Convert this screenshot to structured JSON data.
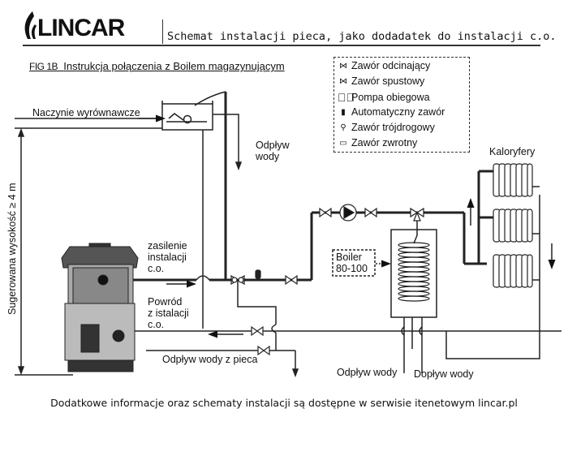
{
  "header": {
    "logo_text": "LINCAR",
    "title": "Schemat instalacji pieca, jako dodadatek do instalacji c.o."
  },
  "figure": {
    "label": "FIG 1B",
    "title": "Instrukcja połączenia z Boilem magazynującym"
  },
  "legend": {
    "items": [
      {
        "icon": "shutoff-valve-icon",
        "label": "Zawór odcinający"
      },
      {
        "icon": "drain-valve-icon",
        "label": "Zawór spustowy"
      },
      {
        "icon": "circulation-pump-icon",
        "label": "Pompa obiegowa"
      },
      {
        "icon": "automatic-valve-icon",
        "label": "Automatyczny zawór"
      },
      {
        "icon": "three-way-valve-icon",
        "label": "Zawór trójdrogowy"
      },
      {
        "icon": "check-valve-icon",
        "label": "Zawór zwrotny"
      }
    ]
  },
  "labels": {
    "expansion_vessel": "Naczynie wyrównawcze",
    "overflow_top_1": "Odpływ",
    "overflow_top_2": "wody",
    "height_note": "Sugerowana wysokość ≥ 4 m",
    "supply_1": "zasilenie",
    "supply_2": "instalacji",
    "supply_3": "c.o.",
    "return_1": "Powród",
    "return_2": "z istalacji",
    "return_3": "c.o.",
    "furnace_drain": "Odpływ wody z pieca",
    "boiler_1": "Boiler",
    "boiler_2": "80-100",
    "radiators": "Kaloryfery",
    "water_out": "Odpływ wody",
    "water_in": "Dopływ wody"
  },
  "footer": {
    "text": "Dodatkowe informacje oraz schematy instalacji są dostępne w serwisie itenetowym lincar.pl"
  }
}
